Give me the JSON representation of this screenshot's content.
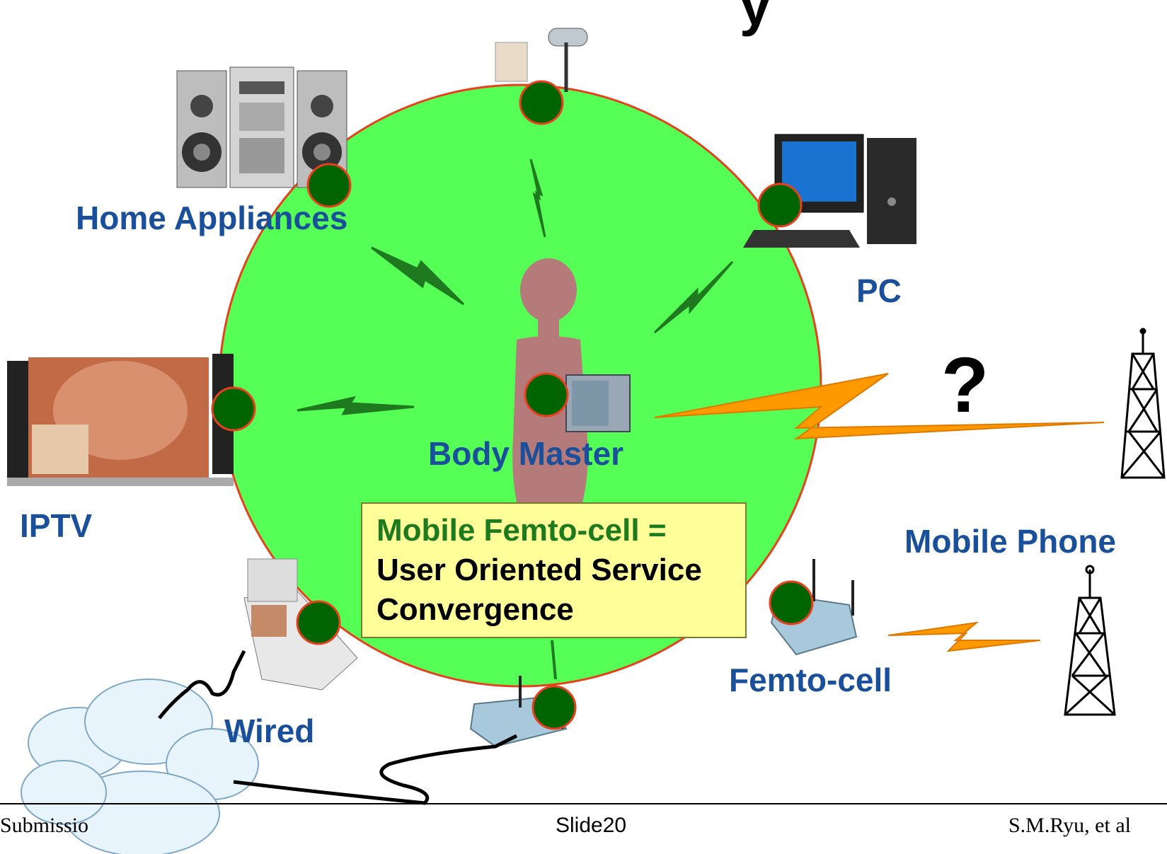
{
  "title_fragment": "y",
  "labels": {
    "home_appliances": "Home Appliances",
    "pc": "PC",
    "iptv": "IPTV",
    "body_master": "Body Master",
    "mobile_phone": "Mobile Phone",
    "femto_cell": "Femto-cell",
    "wired": "Wired"
  },
  "question_mark": "?",
  "callout": {
    "line1": "Mobile Femto-cell =",
    "line2": "User Oriented Service",
    "line3": "Convergence"
  },
  "footer": {
    "left": "Submissio",
    "center": "Slide20",
    "right": "S.M.Ryu, et al"
  },
  "colors": {
    "circle_fill": "#55ff55",
    "circle_border": "#e8401c",
    "node_fill": "#006400",
    "label_blue": "#1a4f9c",
    "bolt_green": "#1f7a1f",
    "bolt_orange": "#ff9900"
  }
}
